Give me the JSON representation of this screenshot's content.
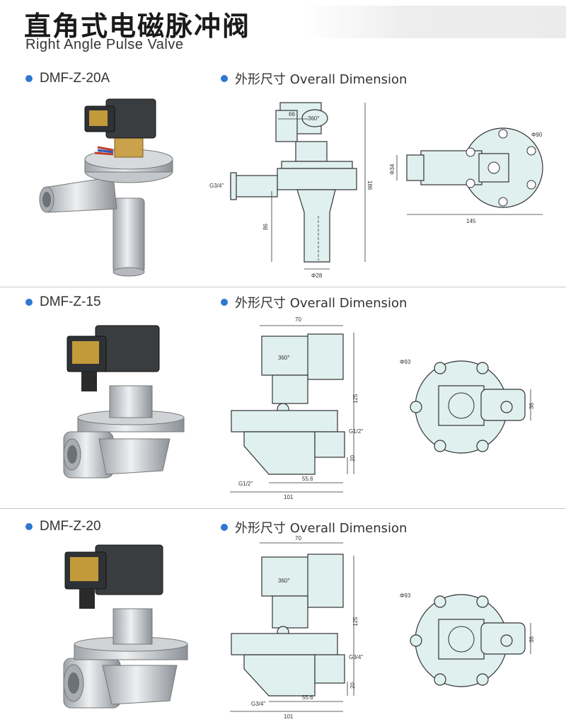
{
  "header": {
    "title_cn": "直角式电磁脉冲阀",
    "title_en": "Right Angle Pulse Valve"
  },
  "colors": {
    "accent_dot": "#2d78d2",
    "drawing_fill": "#dff0ee",
    "line": "#333333"
  },
  "sections": [
    {
      "model": "DMF-Z-20A",
      "dimension_label": "外形尺寸 Overall Dimension",
      "side_dims": {
        "coil_width": "66",
        "coil_mark": "360°",
        "port": "G3/4\"",
        "height": "186",
        "lower_height": "86",
        "outlet_dia": "Φ28"
      },
      "top_dims": {
        "flange_dia": "Φ90",
        "inlet_dia": "Φ34",
        "length": "145"
      }
    },
    {
      "model": "DMF-Z-15",
      "dimension_label": "外形尺寸 Overall Dimension",
      "side_dims": {
        "width": "70",
        "coil_mark": "360°",
        "height": "125",
        "outlet_port": "G1/2\"",
        "outlet_height": "20",
        "inlet_port": "G1/2\"",
        "center_dist": "55.6",
        "length": "101"
      },
      "top_dims": {
        "flange_dia": "Φ93",
        "width": "36"
      }
    },
    {
      "model": "DMF-Z-20",
      "dimension_label": "外形尺寸 Overall Dimension",
      "side_dims": {
        "width": "70",
        "coil_mark": "360°",
        "height": "125",
        "outlet_port": "G3/4\"",
        "outlet_height": "20",
        "inlet_port": "G3/4\"",
        "center_dist": "55.6",
        "length": "101"
      },
      "top_dims": {
        "flange_dia": "Φ93",
        "width": "36"
      }
    }
  ]
}
